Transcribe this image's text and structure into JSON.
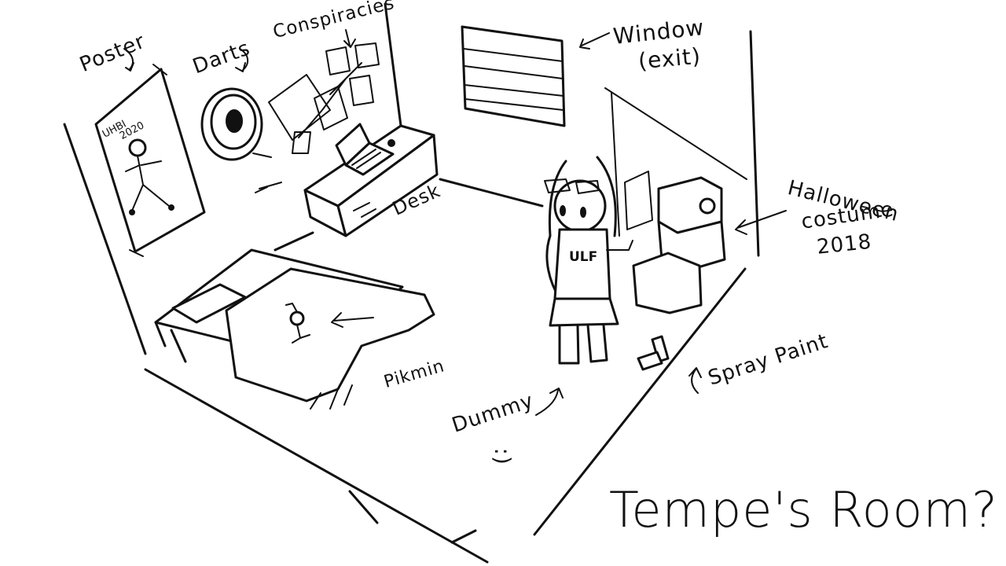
{
  "title": "Tempe's Room?",
  "labels": {
    "poster": "Poster",
    "poster_text_line1": "UHBI",
    "poster_text_line2": "2020",
    "darts": "Darts",
    "conspiracies": "Conspiracies",
    "window_line1": "Window",
    "window_line2": "(exit)",
    "desk": "Desk",
    "halloween_line1": "Halloween",
    "halloween_line2": "costume",
    "halloween_line3": "2018",
    "pikmin": "Pikmin",
    "dummy": "Dummy",
    "dummy_face": ":)",
    "dummy_shirt": "ULF",
    "spray_paint": "Spray Paint"
  },
  "colors": {
    "ink": "#111111",
    "paper": "#ffffff"
  }
}
